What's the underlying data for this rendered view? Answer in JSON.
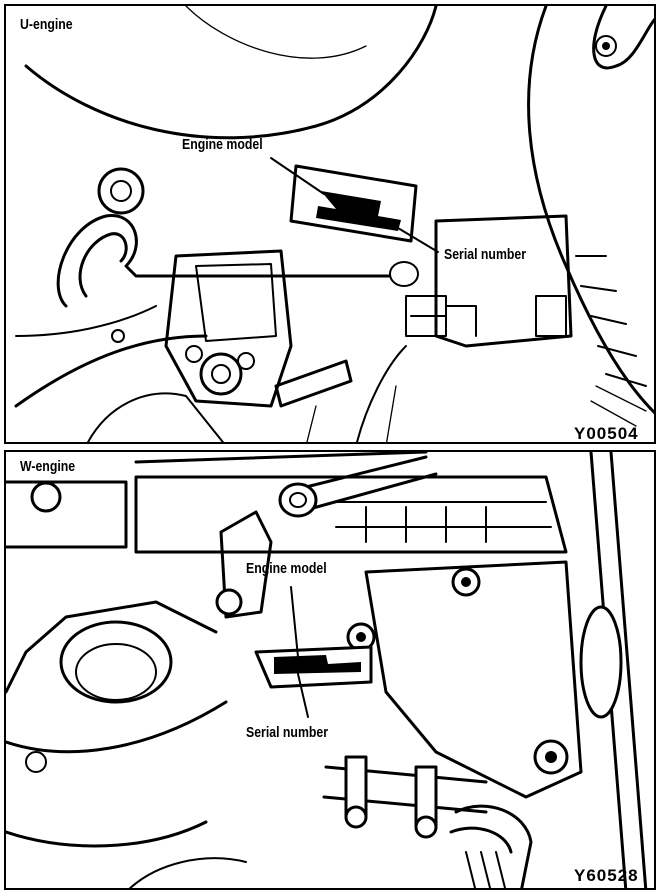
{
  "top_panel": {
    "title": "U-engine",
    "label_engine_model": "Engine model",
    "label_serial_number": "Serial number",
    "figure_code": "Y00504"
  },
  "bottom_panel": {
    "title": "W-engine",
    "label_engine_model": "Engine model",
    "label_serial_number": "Serial number",
    "figure_code": "Y60528"
  }
}
